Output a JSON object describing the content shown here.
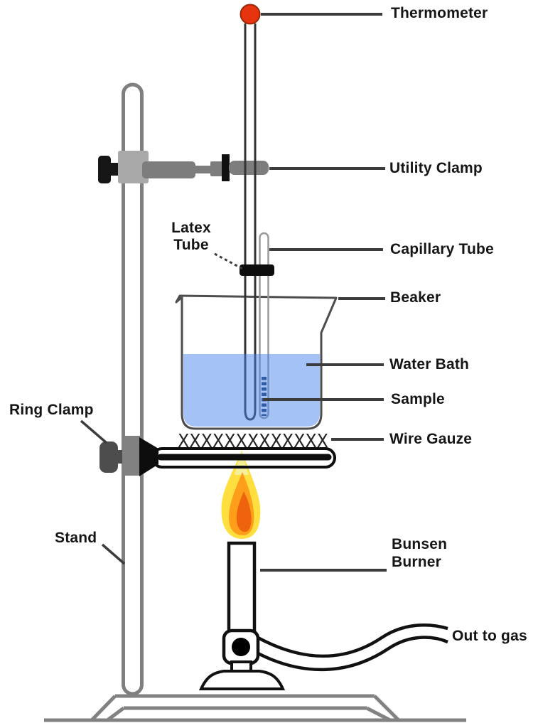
{
  "diagram": {
    "labels": {
      "thermometer": "Thermometer",
      "utility_clamp": "Utility Clamp",
      "latex_tube": "Latex\nTube",
      "capillary_tube": "Capillary Tube",
      "beaker": "Beaker",
      "water_bath": "Water Bath",
      "sample": "Sample",
      "wire_gauze": "Wire Gauze",
      "ring_clamp": "Ring Clamp",
      "stand": "Stand",
      "bunsen_burner": "Bunsen\nBurner",
      "out_to_gas": "Out to gas"
    },
    "gauze": {
      "pattern": "XXXXXXXXXXXXX"
    },
    "colors": {
      "water_overlay": "rgba(70,130,235,0.49)",
      "water_visible": "#a4c6f5",
      "flame_outer": "#ffdf3f",
      "flame_tip": "#f6ef9a",
      "flame_mid": "#ff9e1b",
      "flame_inner": "#ef620e",
      "thermometer_bulb": "#e8330f",
      "bulb_rim": "#9c2606",
      "metal_gray": "#7d7d7d",
      "stand_gray": "#7f7f7f",
      "label_text": "#151515"
    }
  }
}
